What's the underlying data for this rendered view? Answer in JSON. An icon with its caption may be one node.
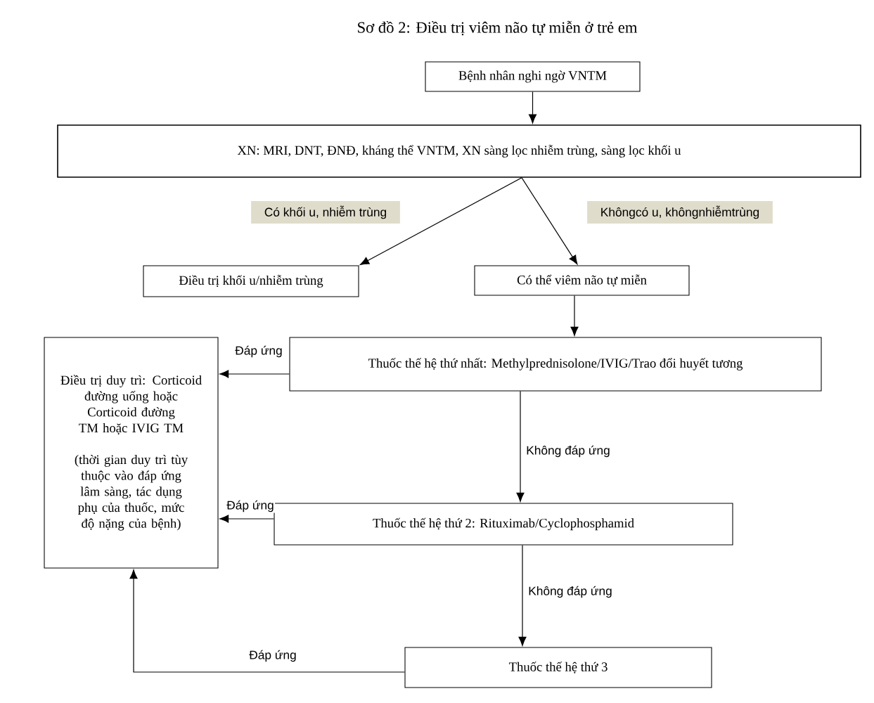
{
  "diagram": {
    "title": "Sơ đồ 2: Điều trị viêm não tự miễn ở trẻ em",
    "nodes": [
      {
        "text": [
          "Bệnh nhân nghi ngờ VNTM"
        ]
      },
      {
        "text": [
          "XN: MRI, DNT, ĐNĐ, kháng thể VNTM, XN sàng lọc nhiễm trùng, sàng lọc khối u"
        ]
      },
      {
        "text": [
          "Điều trị khối u/nhiễm trùng"
        ]
      },
      {
        "text": [
          "Có thể viêm não tự miễn"
        ]
      },
      {
        "text": [
          "Thuốc thế hệ thứ nhất: Methylprednisolone/IVIG/Trao đổi huyết tương"
        ]
      },
      {
        "text": [
          "Điều trị duy trì: Corticoid đường uống hoặc Corticoid đường TM hoặc IVIG TM",
          "(thời gian duy trì tùy thuộc vào đáp ứng lâm sàng, tác dụng phụ của thuốc, mức độ nặng của bệnh)"
        ]
      },
      {
        "text": [
          "Thuốc thế hệ thứ 2: Rituximab/Cyclophosphamid"
        ]
      },
      {
        "text": [
          "Thuốc thế hệ thứ 3"
        ]
      }
    ],
    "edges": [
      {
        "from": 0,
        "to": 1,
        "arrow": "to"
      },
      {
        "from": 1,
        "to": 2,
        "arrow": "to",
        "label": "Có khối u, nhiễm trùng"
      },
      {
        "from": 1,
        "to": 3,
        "arrow": "to",
        "label": "Khôngcó u, khôngnhiễmtrùng"
      },
      {
        "from": 3,
        "to": 4,
        "arrow": "to"
      },
      {
        "from": 4,
        "to": 5,
        "arrow": "to",
        "label": "Đáp ứng"
      },
      {
        "from": 4,
        "to": 6,
        "arrow": "to",
        "label": "Không đáp ứng"
      },
      {
        "from": 6,
        "to": 5,
        "arrow": "to",
        "label": "Đáp ứng"
      },
      {
        "from": 6,
        "to": 7,
        "arrow": "to",
        "label": "Không đáp ứng"
      },
      {
        "from": 7,
        "to": 5,
        "arrow": "to",
        "label": "Đáp ứng"
      }
    ]
  }
}
